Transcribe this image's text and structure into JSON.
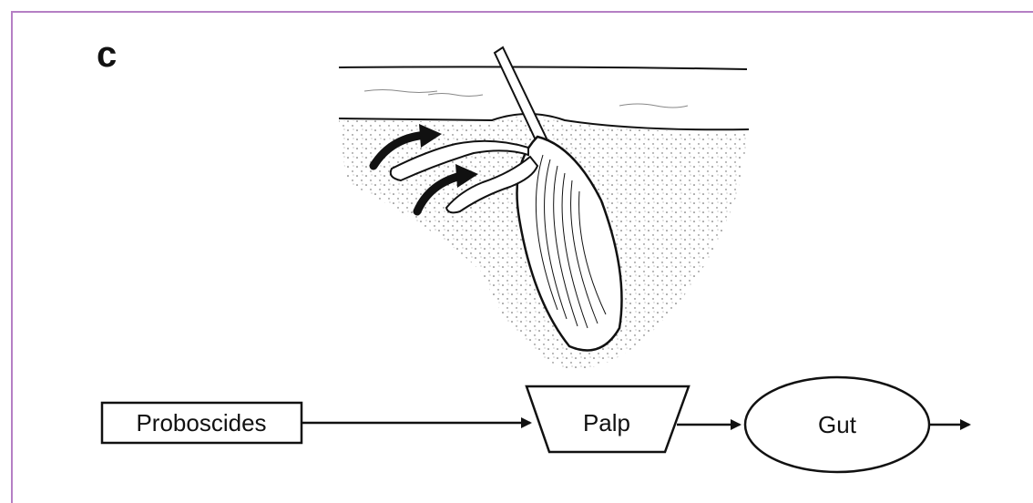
{
  "panel_label": "c",
  "flow": {
    "node_1": "Proboscides",
    "node_2": "Palp",
    "node_3": "Gut"
  },
  "colors": {
    "frame": "#b57fc4",
    "ink": "#111111",
    "sediment_dots": "#555555"
  }
}
